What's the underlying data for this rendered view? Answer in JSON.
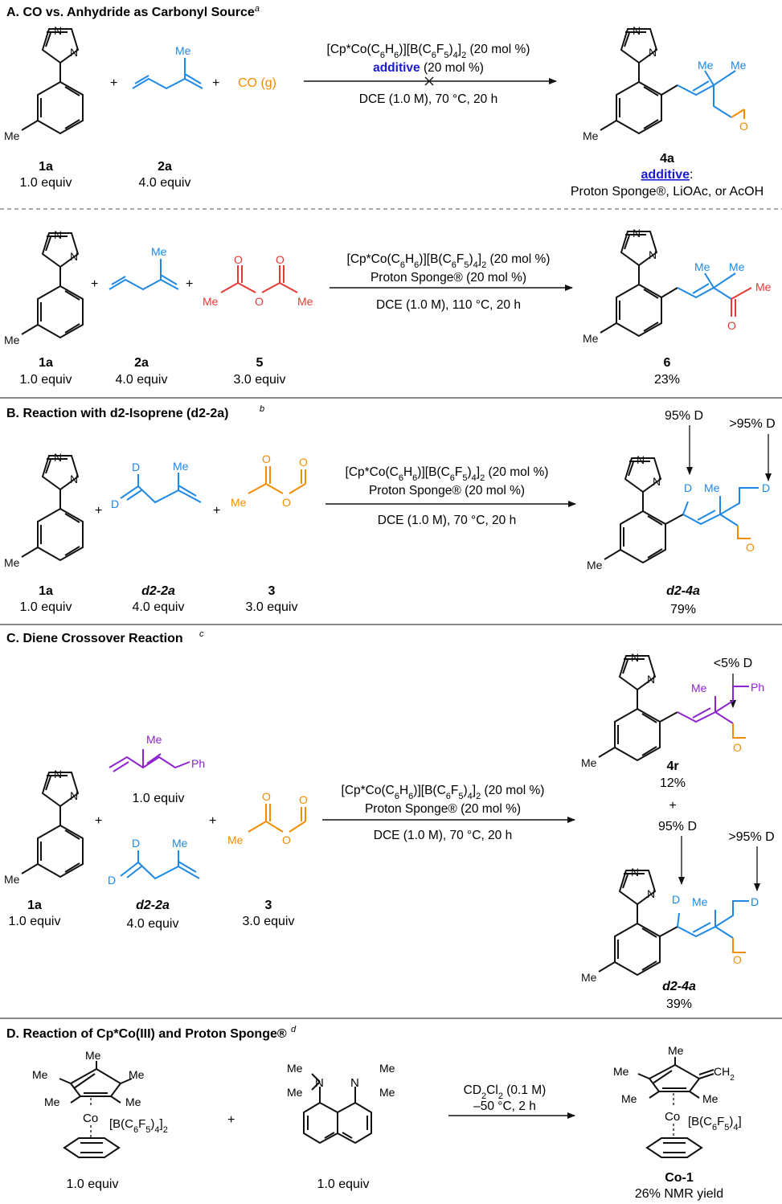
{
  "colors": {
    "black": "#111111",
    "blue": "#1e88e5",
    "orange": "#f28c00",
    "red": "#e53935",
    "purple": "#8e24cf",
    "additive_blue": "#1a1ad6"
  },
  "sectionA": {
    "title": "A. CO vs. Anhydride as Carbonyl Source",
    "footnote": "a",
    "row1": {
      "co_gas": "CO (g)",
      "conditions_line1": "[Cp*Co(C6H6)][B(C6F5)4]2 (20 mol %)",
      "conditions_additive": "additive",
      "conditions_additive_rest": " (20 mol %)",
      "conditions_line3": "DCE (1.0 M), 70 °C, 20 h",
      "reactant1_label": "1a",
      "reactant1_equiv": "1.0 equiv",
      "reactant2_label": "2a",
      "reactant2_equiv": "4.0 equiv",
      "product_label": "4a",
      "additive_label": "additive",
      "additive_list": "Proton Sponge®, LiOAc, or AcOH"
    },
    "row2": {
      "conditions_line1": "[Cp*Co(C6H6)][B(C6F5)4]2 (20 mol %)",
      "conditions_line2": "Proton Sponge® (20 mol %)",
      "conditions_line3": "DCE (1.0 M), 110 °C, 20 h",
      "reactant1_label": "1a",
      "reactant1_equiv": "1.0 equiv",
      "reactant2_label": "2a",
      "reactant2_equiv": "4.0 equiv",
      "reactant3_label": "5",
      "reactant3_equiv": "3.0 equiv",
      "product_label": "6",
      "product_yield": "23%"
    }
  },
  "sectionB": {
    "title": "B. Reaction with d2-Isoprene (d2-2a)",
    "footnote": "b",
    "conditions_line1": "[Cp*Co(C6H6)][B(C6F5)4]2 (20 mol %)",
    "conditions_line2": "Proton Sponge® (20 mol %)",
    "conditions_line3": "DCE (1.0 M), 70 °C, 20 h",
    "reactant1_label": "1a",
    "reactant1_equiv": "1.0 equiv",
    "reactant2_label": "d2-2a",
    "reactant2_equiv": "4.0 equiv",
    "reactant3_label": "3",
    "reactant3_equiv": "3.0 equiv",
    "d_incorp_1": "95% D",
    "d_incorp_2": ">95% D",
    "product_label": "d2-4a",
    "product_yield": "79%"
  },
  "sectionC": {
    "title": "C. Diene Crossover Reaction",
    "footnote": "c",
    "conditions_line1": "[Cp*Co(C6H6)][B(C6F5)4]2 (20 mol %)",
    "conditions_line2": "Proton Sponge® (20 mol %)",
    "conditions_line3": "DCE (1.0 M), 70 °C, 20 h",
    "reactant1_label": "1a",
    "reactant1_equiv": "1.0 equiv",
    "diene_equiv": "1.0 equiv",
    "reactant2_label": "d2-2a",
    "reactant2_equiv": "4.0 equiv",
    "reactant3_label": "3",
    "reactant3_equiv": "3.0 equiv",
    "product1_d": "<5% D",
    "product1_label": "4r",
    "product1_yield": "12%",
    "plus": "+",
    "product2_d1": "95% D",
    "product2_d2": ">95% D",
    "product2_label": "d2-4a",
    "product2_yield": "39%"
  },
  "sectionD": {
    "title": "D. Reaction of Cp*Co(III) and Proton Sponge®",
    "footnote": "d",
    "reactant1_counterion": "[B(C6F5)4]2",
    "reactant1_equiv": "1.0 equiv",
    "reactant2_equiv": "1.0 equiv",
    "conditions_line1": "CD2Cl2 (0.1 M)",
    "conditions_line2": "–50 °C, 2 h",
    "product_counterion": "[B(C6F5)4]",
    "product_label": "Co-1",
    "product_yield": "26% NMR yield"
  }
}
